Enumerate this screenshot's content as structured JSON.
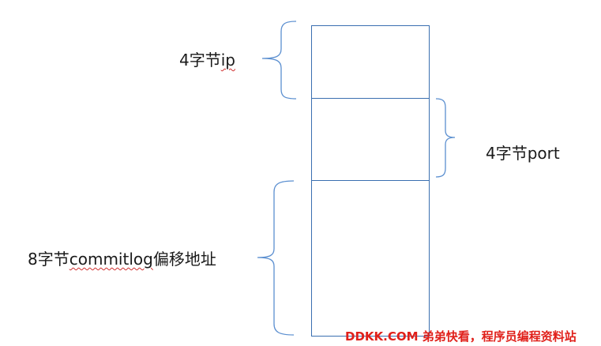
{
  "fields": [
    {
      "size": "4字节",
      "name": "ip"
    },
    {
      "size": "4字节",
      "name": "port"
    },
    {
      "size": "8字节",
      "name": "commitlog",
      "suffix": "偏移地址"
    }
  ],
  "watermark": "DDKK.COM 弟弟快看，程序员编程资料站",
  "colors": {
    "box_stroke": "#3a6fb0",
    "brace_stroke": "#5b8fd0",
    "text": "#1a1a1a",
    "watermark": "#e0201a",
    "spellcheck_underline": "#d03030"
  }
}
